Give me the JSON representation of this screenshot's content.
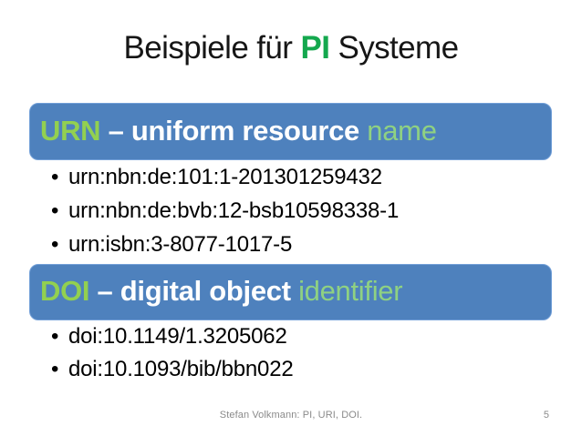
{
  "slide": {
    "title": {
      "prefix": "Beispiele für ",
      "highlight": "PI",
      "suffix": " Systeme"
    },
    "bullet_char": "•",
    "sections": [
      {
        "header": {
          "abbr": "URN",
          "middle": " – uniform resource ",
          "tail": "name"
        },
        "bullets": [
          "urn:nbn:de:101:1-201301259432",
          "urn:nbn:de:bvb:12-bsb10598338-1",
          "urn:isbn:3-8077-1017-5"
        ]
      },
      {
        "header": {
          "abbr": "DOI",
          "middle": " – digital object ",
          "tail": "identifier"
        },
        "bullets": [
          "doi:10.1149/1.3205062",
          "doi:10.1093/bib/bbn022"
        ]
      }
    ],
    "footer": {
      "credit": "Stefan Volkmann: PI, URI, DOI.",
      "page_number": "5"
    },
    "colors": {
      "box_blue": "#4E81BD",
      "abbr_green": "#92D050",
      "tail_green": "#8FD182",
      "title_highlight_green": "#14A84E",
      "footer_gray": "#8A8A8A"
    }
  }
}
